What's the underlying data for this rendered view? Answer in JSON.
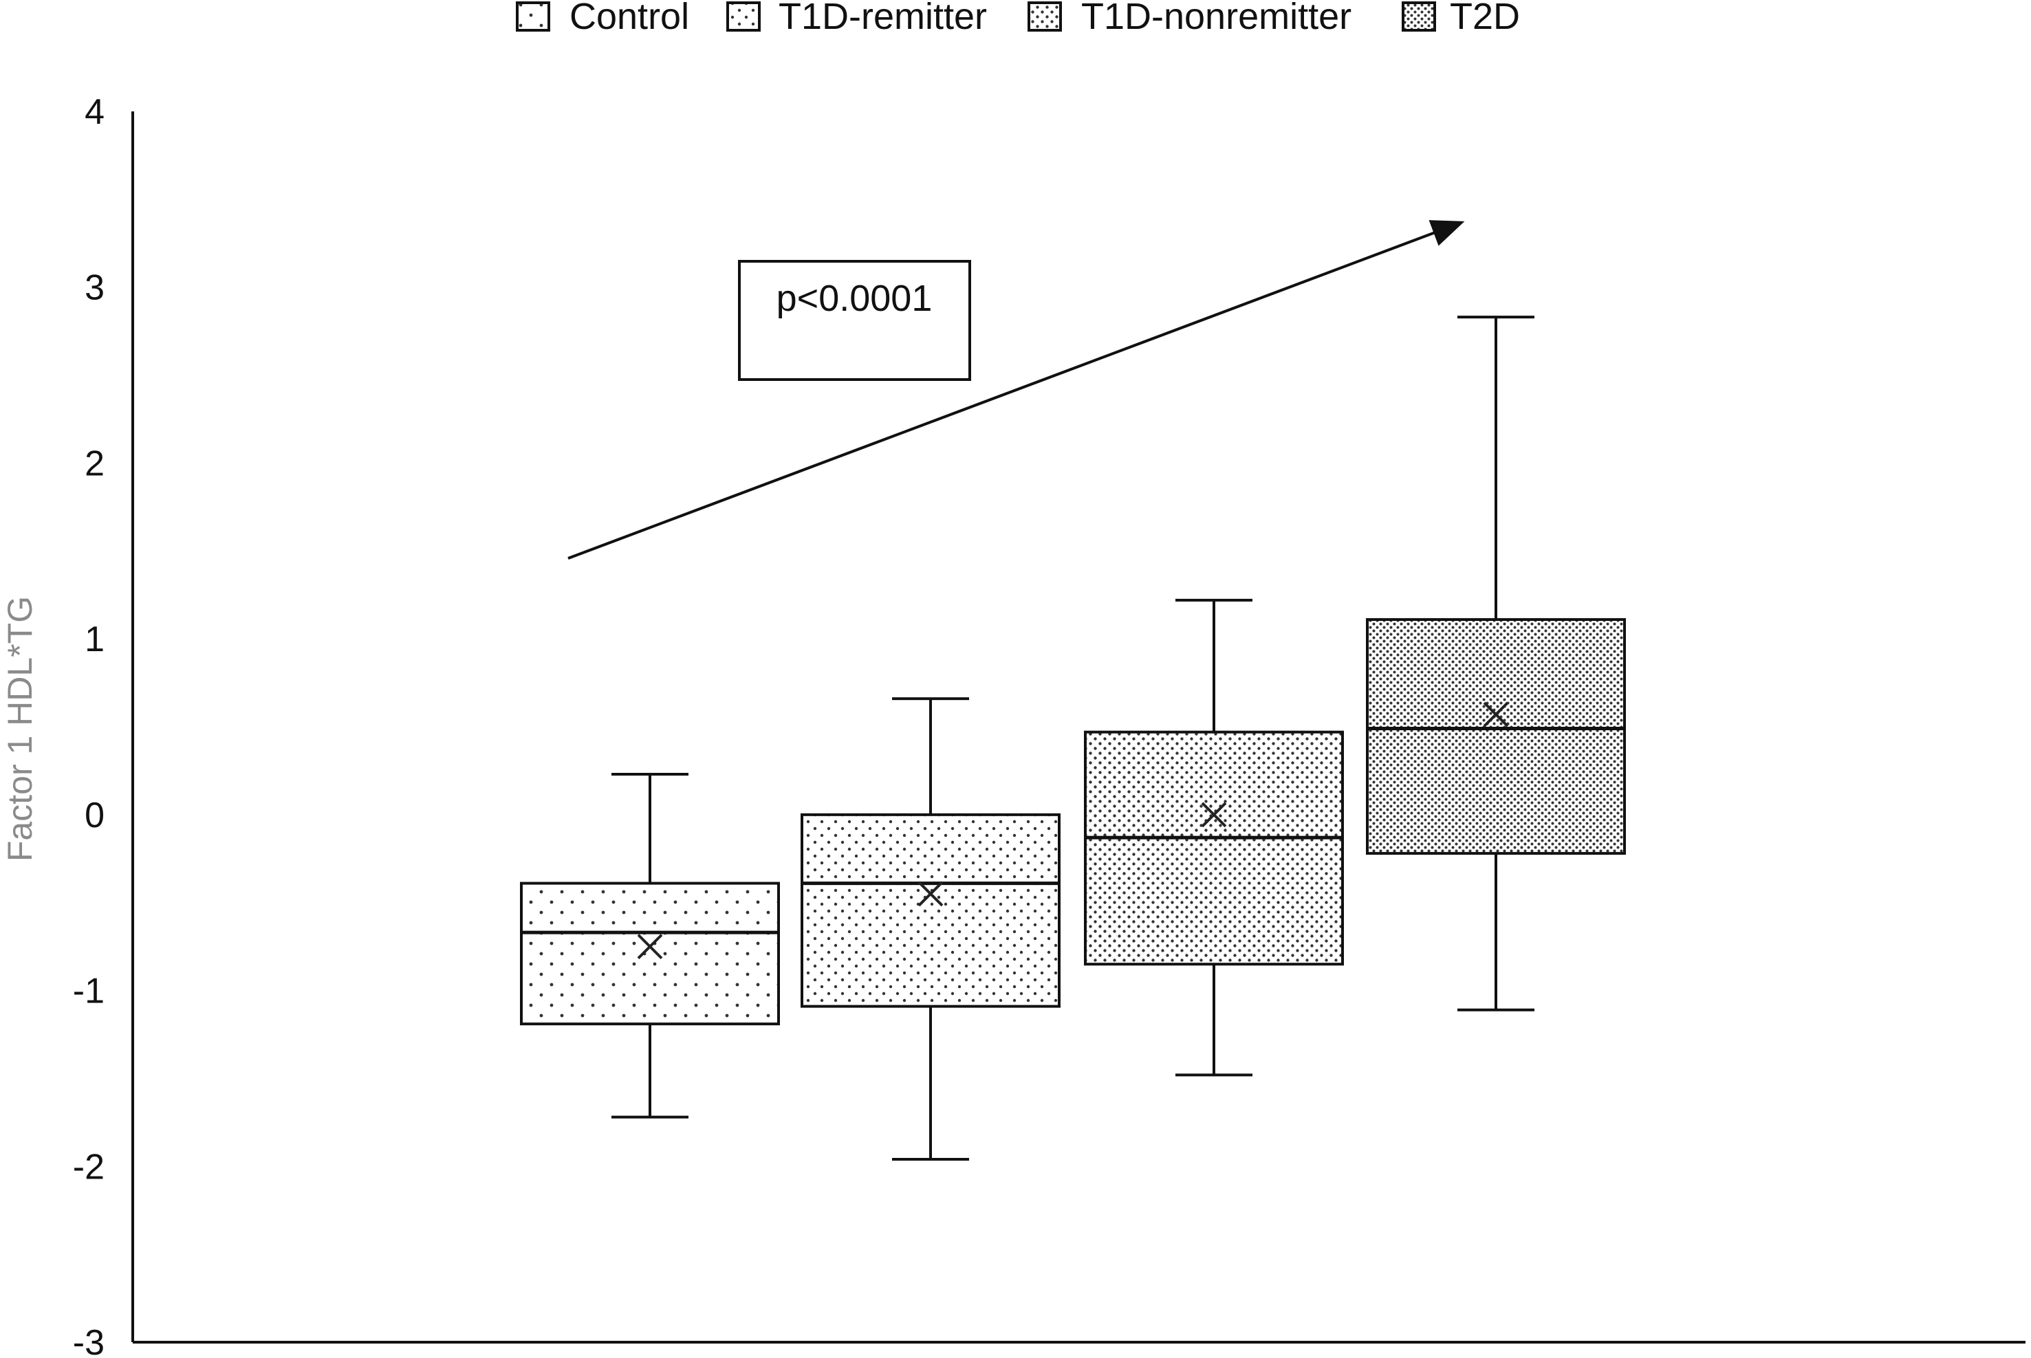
{
  "chart_data": {
    "type": "box",
    "ylabel": "Factor 1 HDL*TG",
    "xlabel": "",
    "ylim": [
      -3,
      4
    ],
    "yticks": [
      "4",
      "3",
      "2",
      "1",
      "0",
      "-1",
      "-2",
      "-3"
    ],
    "legend": {
      "placement": "top",
      "entries": [
        "Control",
        "T1D-remitter",
        "T1D-nonremitter",
        "T2D"
      ]
    },
    "series": [
      {
        "name": "Control",
        "whisker_low": -1.72,
        "q1": -1.19,
        "median": -0.67,
        "q3": -0.39,
        "whisker_high": 0.23,
        "mean": -0.75,
        "pattern": "sparse"
      },
      {
        "name": "T1D-remitter",
        "whisker_low": -1.96,
        "q1": -1.09,
        "median": -0.39,
        "q3": 0.0,
        "whisker_high": 0.66,
        "mean": -0.45,
        "pattern": "light"
      },
      {
        "name": "T1D-nonremitter",
        "whisker_low": -1.48,
        "q1": -0.85,
        "median": -0.13,
        "q3": 0.47,
        "whisker_high": 1.22,
        "mean": 0.0,
        "pattern": "medium"
      },
      {
        "name": "T2D",
        "whisker_low": -1.11,
        "q1": -0.22,
        "median": 0.49,
        "q3": 1.11,
        "whisker_high": 2.83,
        "mean": 0.57,
        "pattern": "dense"
      }
    ],
    "annotations": [
      {
        "text": "p<0.0001"
      }
    ],
    "trend_arrow": {
      "direction": "increasing"
    },
    "grid": false
  }
}
